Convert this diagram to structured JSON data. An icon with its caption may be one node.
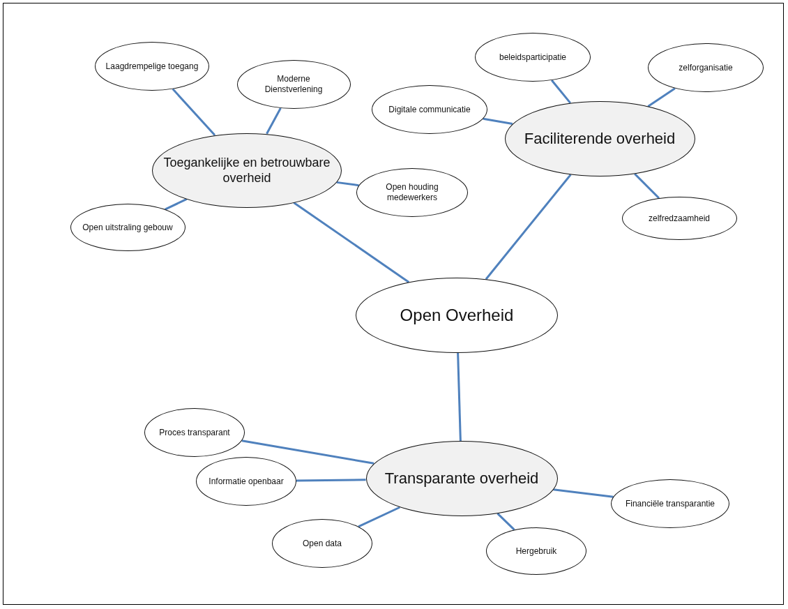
{
  "diagram": {
    "nodes": [
      {
        "text": [
          "Open Overheid"
        ]
      },
      {
        "text": [
          "Toegankelijke en betrouwbare overheid"
        ]
      },
      {
        "text": [
          "Faciliterende overheid"
        ]
      },
      {
        "text": [
          "Transparante overheid"
        ]
      },
      {
        "text": [
          "Laagdrempelige toegang"
        ]
      },
      {
        "text": [
          "Moderne Dienstverlening"
        ]
      },
      {
        "text": [
          "Open houding medewerkers"
        ]
      },
      {
        "text": [
          "Open uitstraling gebouw"
        ]
      },
      {
        "text": [
          "beleidsparticipatie"
        ]
      },
      {
        "text": [
          "zelforganisatie"
        ]
      },
      {
        "text": [
          "Digitale communicatie"
        ]
      },
      {
        "text": [
          "zelfredzaamheid"
        ]
      },
      {
        "text": [
          "Proces transparant"
        ]
      },
      {
        "text": [
          "Informatie openbaar"
        ]
      },
      {
        "text": [
          "Open data"
        ]
      },
      {
        "text": [
          "Hergebruik"
        ]
      },
      {
        "text": [
          "Financiële transparantie"
        ]
      }
    ],
    "edges": [
      {
        "from": 1,
        "to": 0,
        "arrow": "none"
      },
      {
        "from": 2,
        "to": 0,
        "arrow": "none"
      },
      {
        "from": 0,
        "to": 3,
        "arrow": "none"
      },
      {
        "from": 4,
        "to": 1,
        "arrow": "none"
      },
      {
        "from": 5,
        "to": 1,
        "arrow": "none"
      },
      {
        "from": 6,
        "to": 1,
        "arrow": "none"
      },
      {
        "from": 7,
        "to": 1,
        "arrow": "none"
      },
      {
        "from": 8,
        "to": 2,
        "arrow": "none"
      },
      {
        "from": 9,
        "to": 2,
        "arrow": "none"
      },
      {
        "from": 10,
        "to": 2,
        "arrow": "none"
      },
      {
        "from": 11,
        "to": 2,
        "arrow": "none"
      },
      {
        "from": 12,
        "to": 3,
        "arrow": "none"
      },
      {
        "from": 13,
        "to": 3,
        "arrow": "none"
      },
      {
        "from": 14,
        "to": 3,
        "arrow": "none"
      },
      {
        "from": 15,
        "to": 3,
        "arrow": "none"
      },
      {
        "from": 16,
        "to": 3,
        "arrow": "none"
      }
    ]
  }
}
